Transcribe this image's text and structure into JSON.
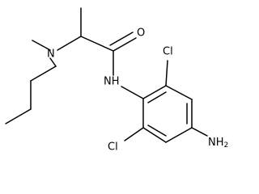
{
  "molecule": {
    "atoms": {
      "oxygen": "O",
      "amine_n": "N",
      "amide_nh": "NH",
      "chlorine_top": "Cl",
      "chlorine_bottom": "Cl",
      "nh2_main": "NH",
      "nh2_sub": "2"
    }
  }
}
